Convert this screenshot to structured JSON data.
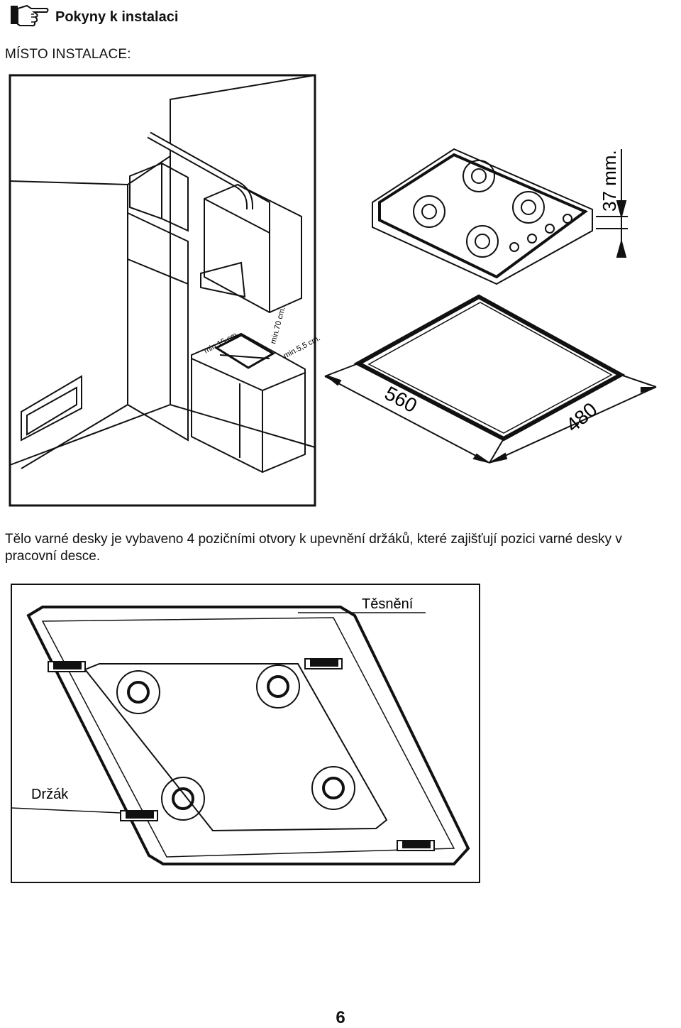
{
  "header": {
    "title": "Pokyny k instalaci",
    "icon": "pointing-hand-icon"
  },
  "section_title": "MÍSTO INSTALACE:",
  "figure1": {
    "clearance_min15": "min.15 cm.",
    "clearance_min70": "min.70 cm.",
    "clearance_min55": "min.5,5 cm.",
    "dim_560": "560",
    "dim_480": "480",
    "dim_37": "37 mm."
  },
  "description": "Tělo varné desky je vybaveno 4 pozičními otvory k upevnění držáků, které zajišťují pozici varné desky v pracovní desce.",
  "figure2": {
    "label_seal": "Těsnění",
    "label_bracket": "Držák"
  },
  "page_number": "6"
}
